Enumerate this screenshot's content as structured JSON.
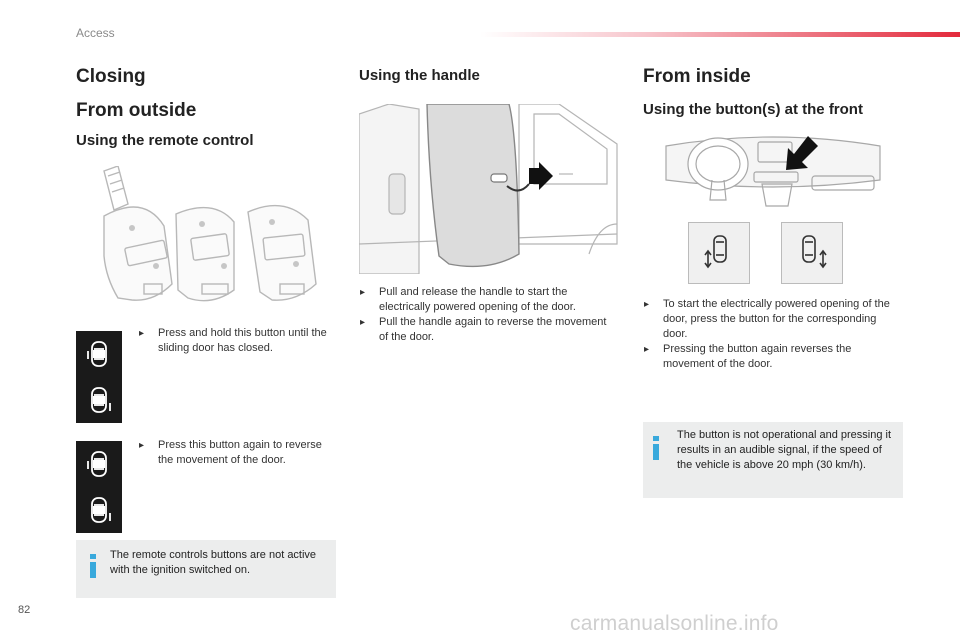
{
  "header": {
    "section": "Access"
  },
  "page_number": "82",
  "watermark": "carmanualsonline.info",
  "col1": {
    "closing": "Closing",
    "from_outside": "From outside",
    "remote_heading": "Using the remote control",
    "step1": "Press and hold this button until the sliding door has closed.",
    "step2": "Press this button again to reverse the movement of the door.",
    "note": "The remote controls buttons are not active with the ignition switched on."
  },
  "col2": {
    "heading": "Using the handle",
    "step1": "Pull and release the handle to start the electrically powered opening of the door.",
    "step2": "Pull the handle again to reverse the movement of the door."
  },
  "col3": {
    "heading": "From inside",
    "subheading": "Using the button(s) at the front",
    "step1": "To start the electrically powered opening of the door, press the button for the corresponding door.",
    "step2": "Pressing the button again reverses the movement of the door.",
    "note": "The button is not operational and pressing it results in an audible signal, if the speed of the vehicle is above 20 mph (30 km/h)."
  },
  "icons": {
    "bullet": "triangle-bullet-icon",
    "info": "info-icon",
    "remote_button": "sliding-door-button-icon",
    "dash_button_left": "left-sliding-door-switch-icon",
    "dash_button_right": "right-sliding-door-switch-icon"
  },
  "colors": {
    "accent_red": "#e32a3c",
    "info_blue": "#39a9dc",
    "note_bg": "#eceded"
  }
}
